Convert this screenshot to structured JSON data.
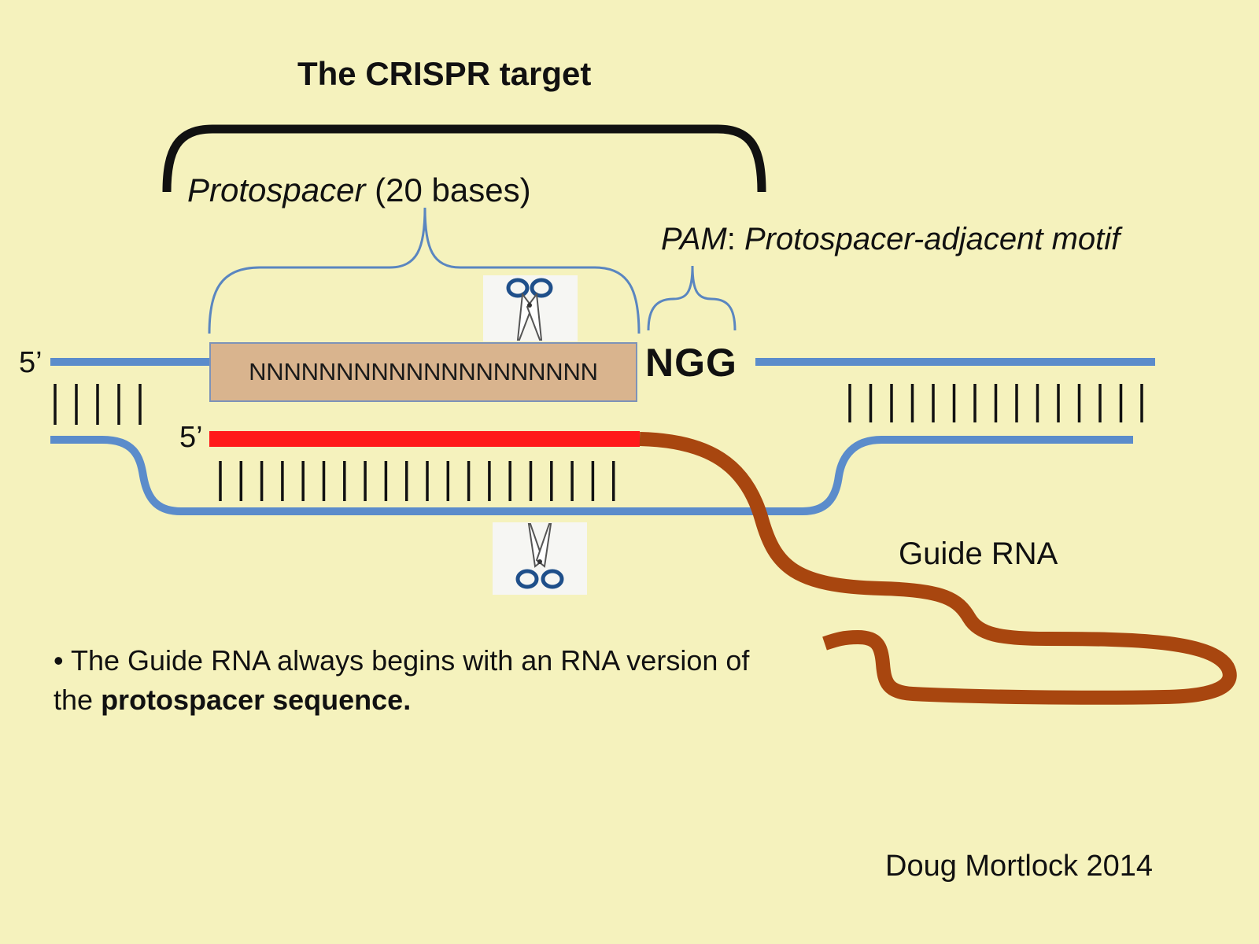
{
  "title": "The CRISPR target",
  "protospacer": {
    "name": "Protospacer",
    "detail": "(20 bases)",
    "sequence": "NNNNNNNNNNNNNNNNNNNN"
  },
  "pam": {
    "abbr": "PAM",
    "sep": ":",
    "full": "Protospacer-adjacent motif",
    "sequence": "NGG"
  },
  "strand_labels": {
    "top_five_prime": "5’",
    "guide_five_prime": "5’"
  },
  "guide_rna_label": "Guide RNA",
  "bullet": {
    "marker": "•",
    "text_plain": "The Guide RNA always begins with an RNA version of the",
    "text_bold": "protospacer sequence."
  },
  "credit": "Doug Mortlock 2014",
  "colors": {
    "background": "#f5f2bd",
    "dna_strand": "#5b8ccb",
    "protospacer_box": "#d9b48e",
    "guide_rna_spacer": "#ff1a1a",
    "guide_rna_scaffold": "#a8460f",
    "bracket": "#111111",
    "brace": "#5a86c0"
  },
  "icons": [
    "scissors-icon"
  ]
}
